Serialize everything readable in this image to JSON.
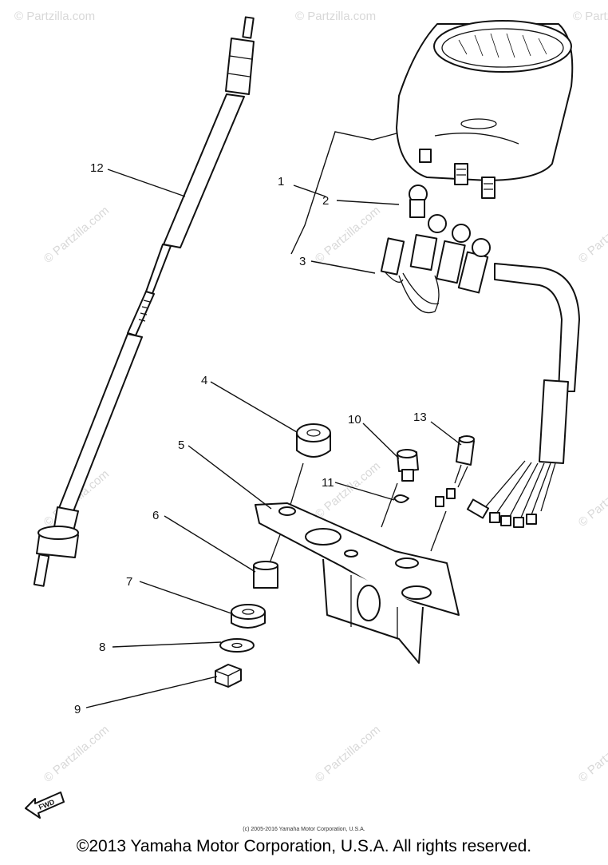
{
  "watermark": "© Partzilla.com",
  "fwd_label": "FWD",
  "small_copyright": "(c) 2005-2016 Yamaha Motor Corporation, U.S.A.",
  "copyright": "©2013 Yamaha Motor Corporation, U.S.A. All rights reserved.",
  "callouts": [
    "1",
    "2",
    "3",
    "4",
    "5",
    "6",
    "7",
    "8",
    "9",
    "10",
    "11",
    "12",
    "13"
  ]
}
